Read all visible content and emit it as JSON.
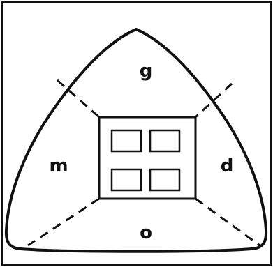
{
  "colors": {
    "stroke": "#111111",
    "background": "#ffffff"
  },
  "labels": {
    "top": "g",
    "left": "m",
    "right": "d",
    "bottom": "o"
  }
}
